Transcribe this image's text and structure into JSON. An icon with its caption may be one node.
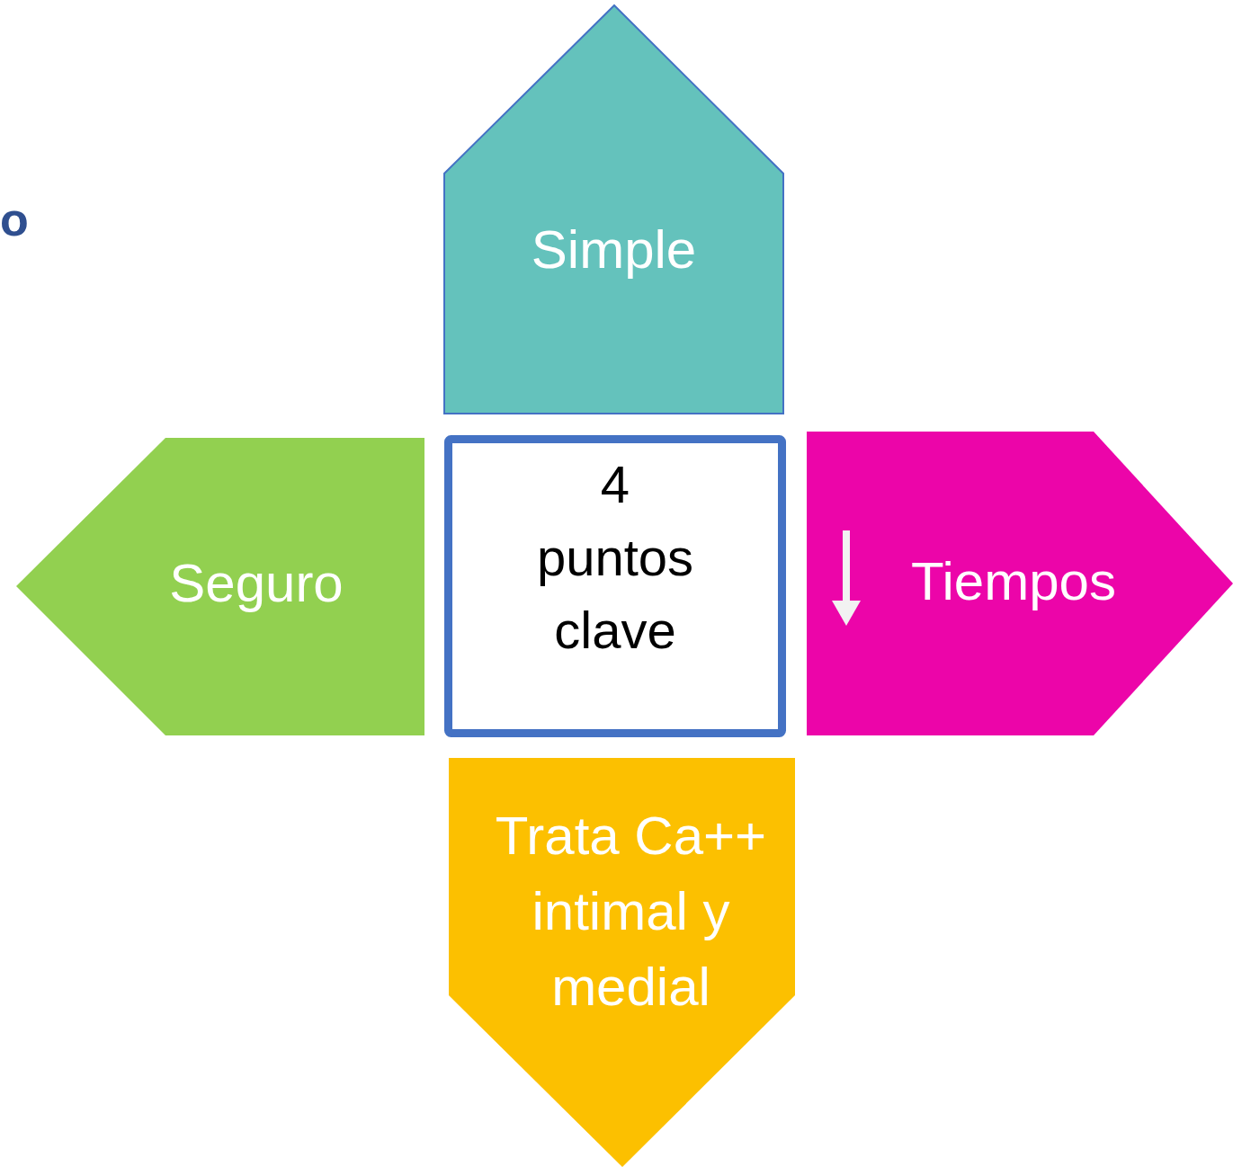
{
  "diagram": {
    "nodes": [
      {
        "text": [
          "4 puntos clave"
        ]
      },
      {
        "text": [
          "Simple"
        ]
      },
      {
        "text": [
          "Seguro"
        ]
      },
      {
        "text": [
          "Tiempos"
        ]
      },
      {
        "text": [
          "Trata Ca++ intimal y medial"
        ]
      }
    ],
    "labels": [
      "o"
    ]
  }
}
